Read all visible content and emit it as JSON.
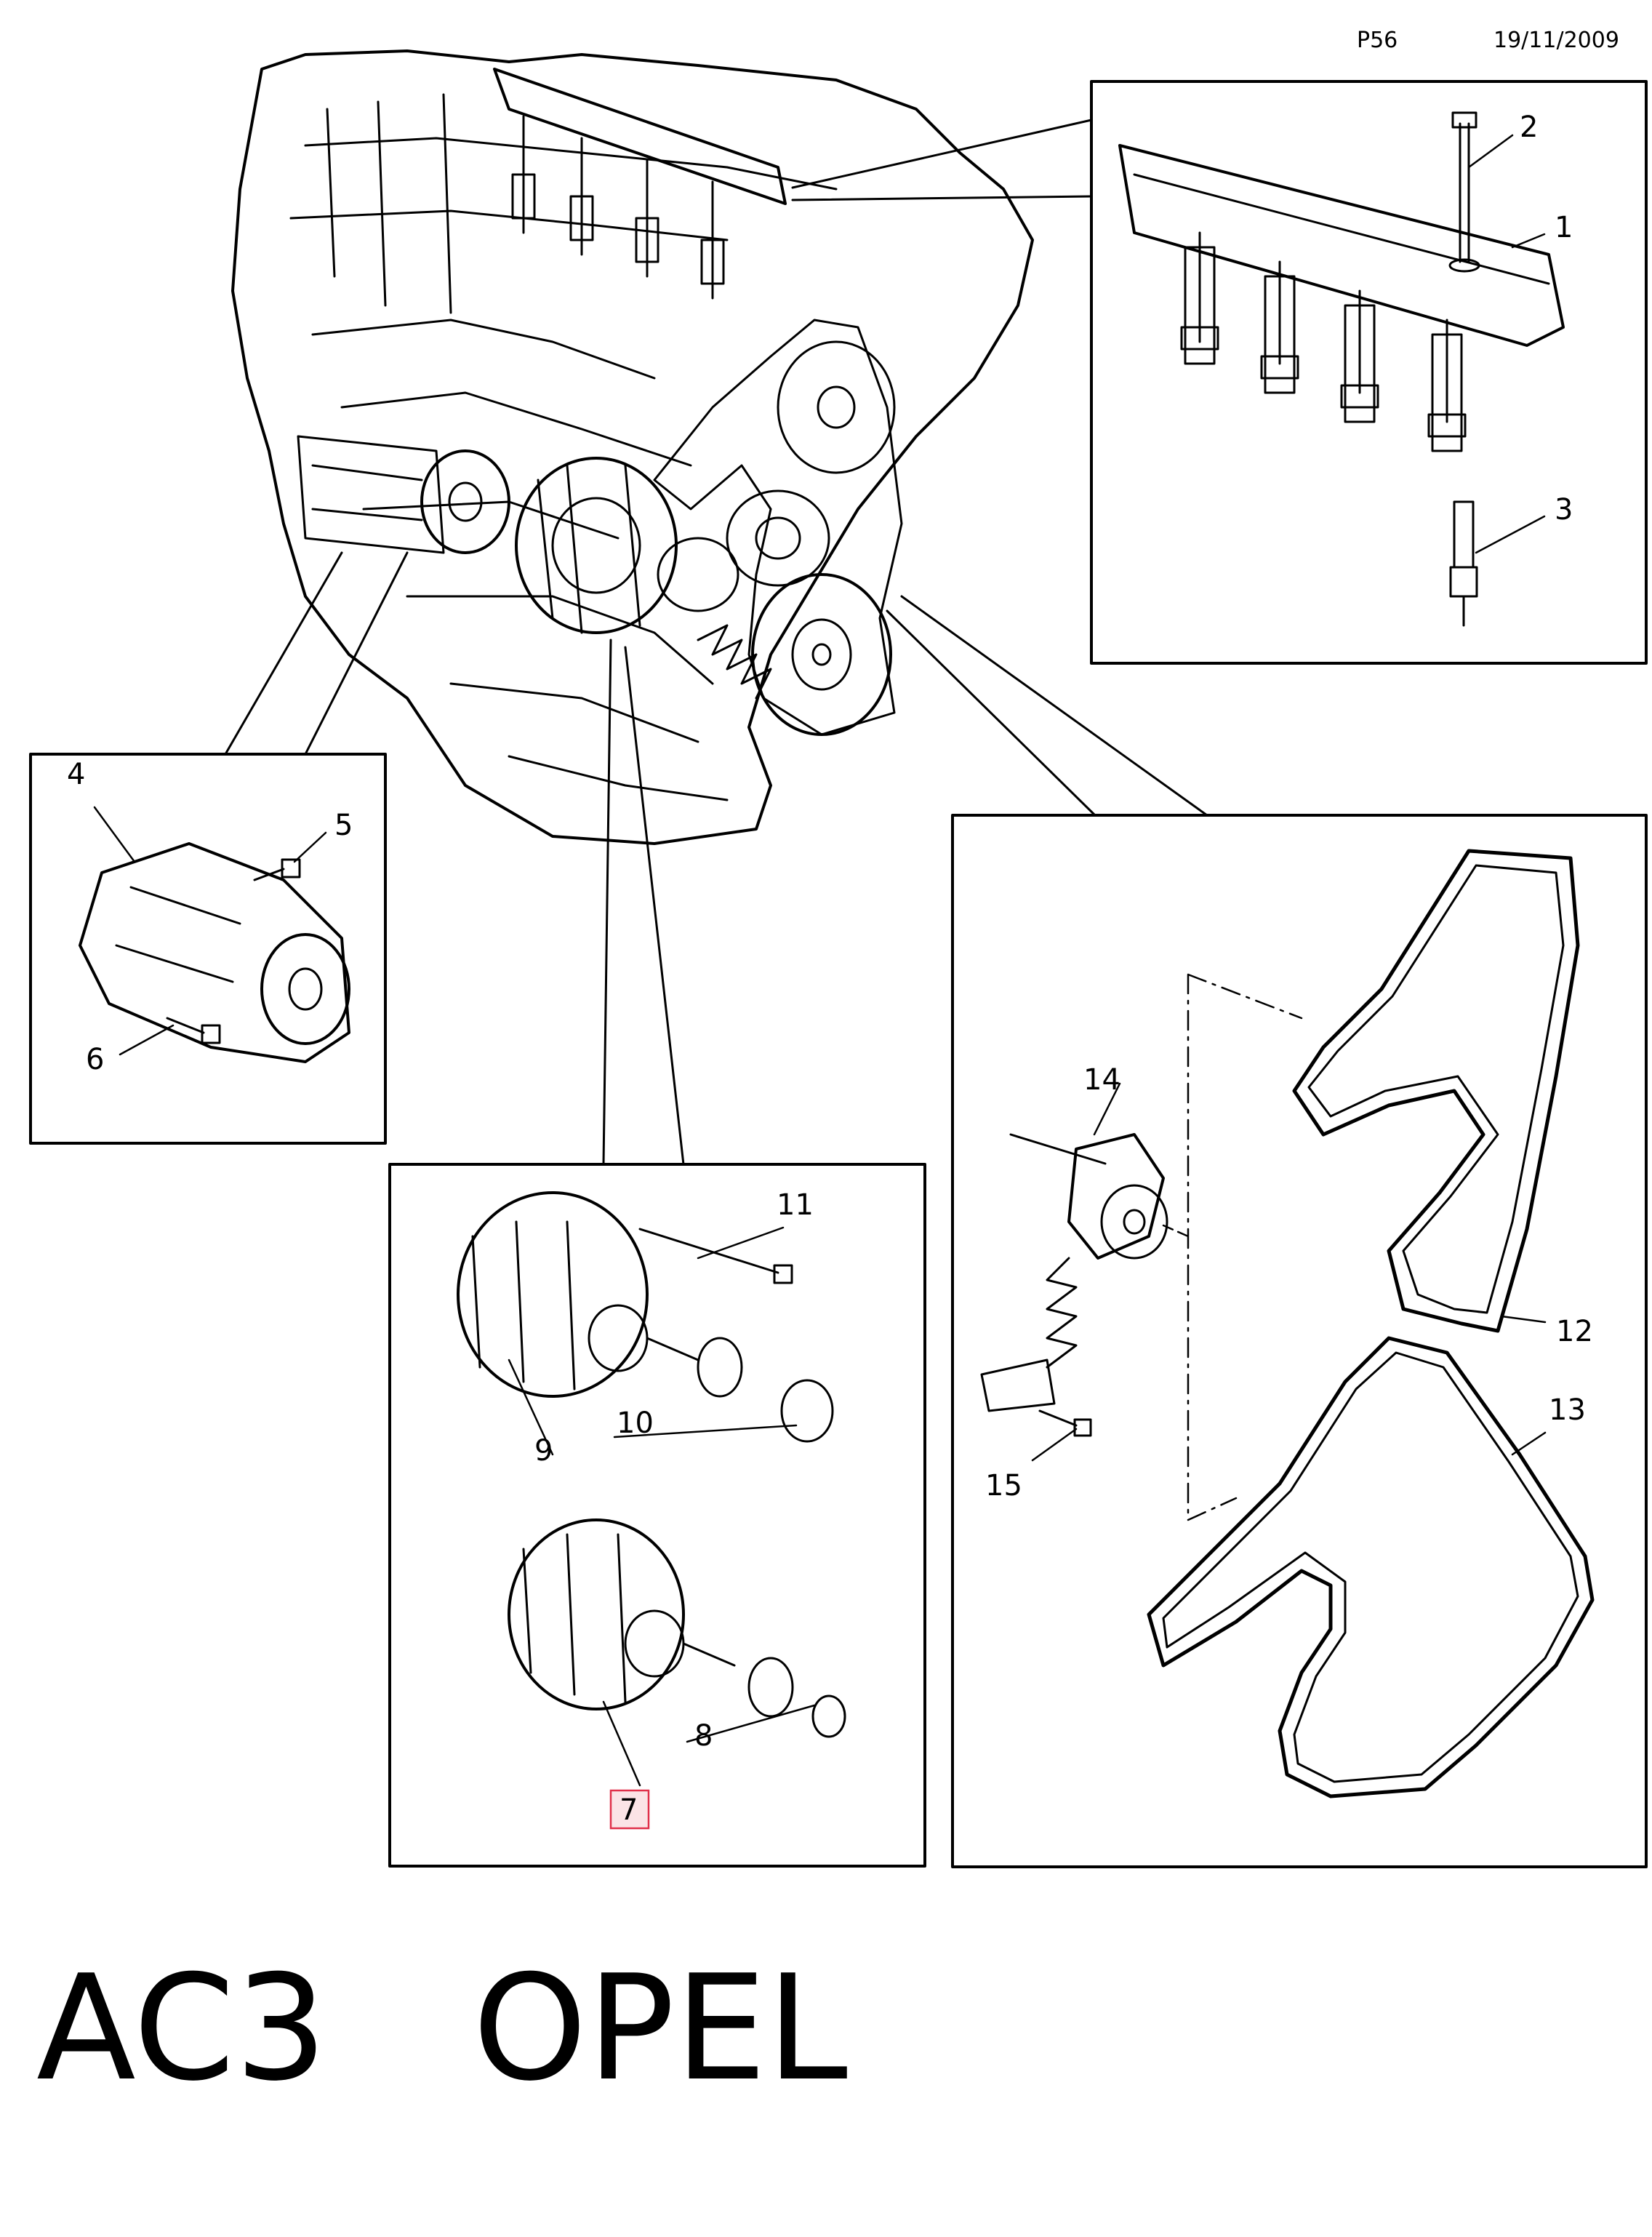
{
  "header": {
    "page_code": "P56",
    "date": "19/11/2009"
  },
  "title": {
    "code": "AC3",
    "brand": "OPEL"
  },
  "highlight_color": "#e0304a",
  "callouts": {
    "c1": "1",
    "c2": "2",
    "c3": "3",
    "c4": "4",
    "c5": "5",
    "c6": "6",
    "c7": "7",
    "c8": "8",
    "c9": "9",
    "c10": "10",
    "c11": "11",
    "c12": "12",
    "c13": "13",
    "c14": "14",
    "c15": "15"
  }
}
